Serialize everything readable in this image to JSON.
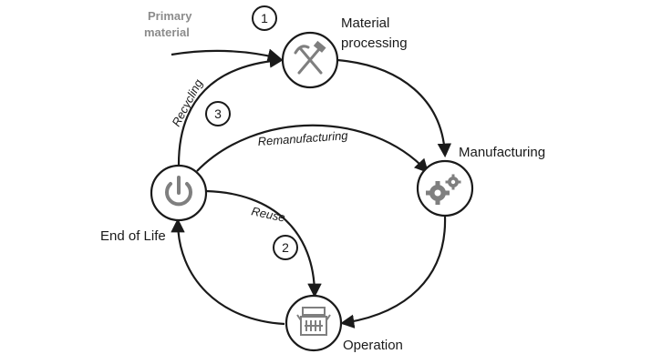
{
  "nodes": {
    "material_processing": {
      "line1": "Material",
      "line2": "processing",
      "icon": "hammer-pickaxe-icon"
    },
    "manufacturing": {
      "label": "Manufacturing",
      "icon": "gears-icon"
    },
    "operation": {
      "label": "Operation",
      "icon": "machine-icon"
    },
    "end_of_life": {
      "label": "End of Life",
      "icon": "power-icon"
    }
  },
  "input": {
    "line1": "Primary",
    "line2": "material"
  },
  "edges": {
    "recycling": "Recycling",
    "remanufacturing": "Remanufacturing",
    "reuse": "Reuse"
  },
  "badges": {
    "one": "1",
    "two": "2",
    "three": "3"
  },
  "colors": {
    "stroke": "#1a1a1a",
    "icon": "#7f7f7f",
    "label_muted": "#8c8c8c",
    "node_fill": "#ffffff"
  }
}
